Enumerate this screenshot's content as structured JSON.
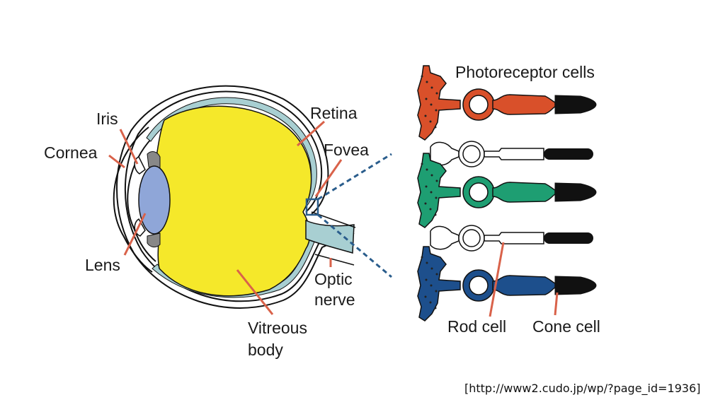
{
  "eye": {
    "labels": {
      "iris": "Iris",
      "cornea": "Cornea",
      "lens": "Lens",
      "retina": "Retina",
      "fovea": "Fovea",
      "optic_nerve_line1": "Optic",
      "optic_nerve_line2": "nerve",
      "vitreous_line1": "Vitreous",
      "vitreous_line2": "body"
    }
  },
  "photoreceptors": {
    "title": "Photoreceptor cells",
    "rod_label": "Rod cell",
    "cone_label": "Cone cell",
    "cells": [
      {
        "type": "cone",
        "color": "#d9502a"
      },
      {
        "type": "rod",
        "color": "#ffffff"
      },
      {
        "type": "cone",
        "color": "#1e9e72"
      },
      {
        "type": "rod",
        "color": "#ffffff"
      },
      {
        "type": "cone",
        "color": "#1d4f8c"
      }
    ]
  },
  "colors": {
    "vitreous": "#f5e82a",
    "lens": "#8fa6d8",
    "retina_layer": "#a8cfd2",
    "leader_line": "#d9624a",
    "dashed_line": "#2a5d8c"
  },
  "source": "[http://www2.cudo.jp/wp/?page_id=1936]"
}
